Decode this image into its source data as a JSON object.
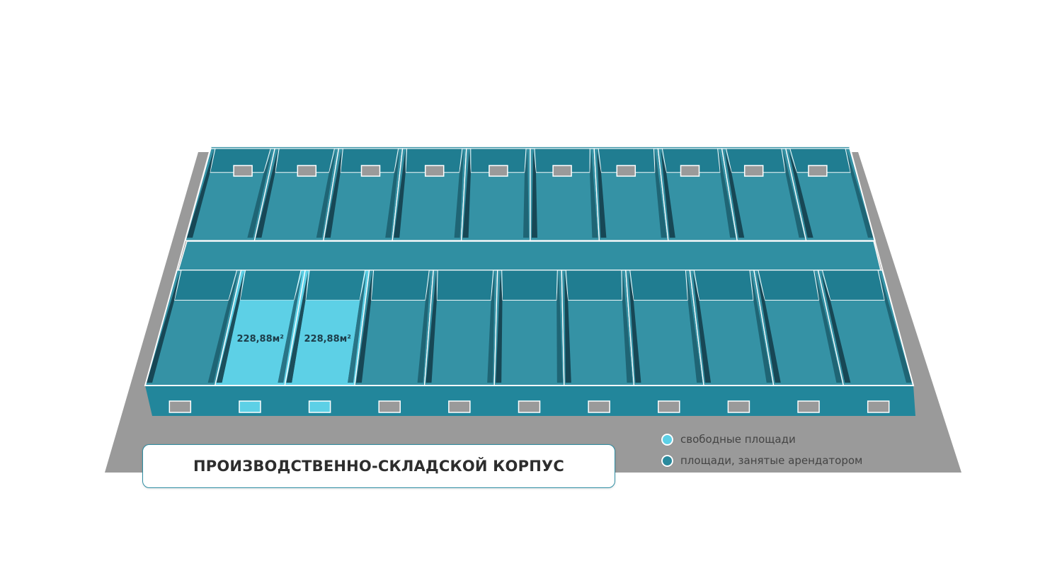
{
  "title": "ПРОИЗВОДСТВЕННО-СКЛАДСКОЙ КОРПУС",
  "colors": {
    "free": "#5dd0e6",
    "occupied": "#2a8a9d",
    "ground": "#9a9a9a",
    "label_text": "#1d3d4a"
  },
  "legend": [
    {
      "label": "свободные площади",
      "status": "free"
    },
    {
      "label": "площади, занятые арендатором",
      "status": "occupied"
    }
  ],
  "top_row": {
    "units": [
      {
        "status": "occupied",
        "area": ""
      },
      {
        "status": "occupied",
        "area": ""
      },
      {
        "status": "occupied",
        "area": ""
      },
      {
        "status": "occupied",
        "area": ""
      },
      {
        "status": "occupied",
        "area": ""
      },
      {
        "status": "occupied",
        "area": ""
      },
      {
        "status": "occupied",
        "area": ""
      },
      {
        "status": "occupied",
        "area": ""
      },
      {
        "status": "occupied",
        "area": ""
      },
      {
        "status": "occupied",
        "area": ""
      }
    ]
  },
  "bottom_row": {
    "units": [
      {
        "status": "occupied",
        "area": ""
      },
      {
        "status": "free",
        "area": "228,88м²"
      },
      {
        "status": "free",
        "area": "228,88м²"
      },
      {
        "status": "occupied",
        "area": ""
      },
      {
        "status": "occupied",
        "area": ""
      },
      {
        "status": "occupied",
        "area": ""
      },
      {
        "status": "occupied",
        "area": ""
      },
      {
        "status": "occupied",
        "area": ""
      },
      {
        "status": "occupied",
        "area": ""
      },
      {
        "status": "occupied",
        "area": ""
      },
      {
        "status": "occupied",
        "area": ""
      }
    ]
  }
}
